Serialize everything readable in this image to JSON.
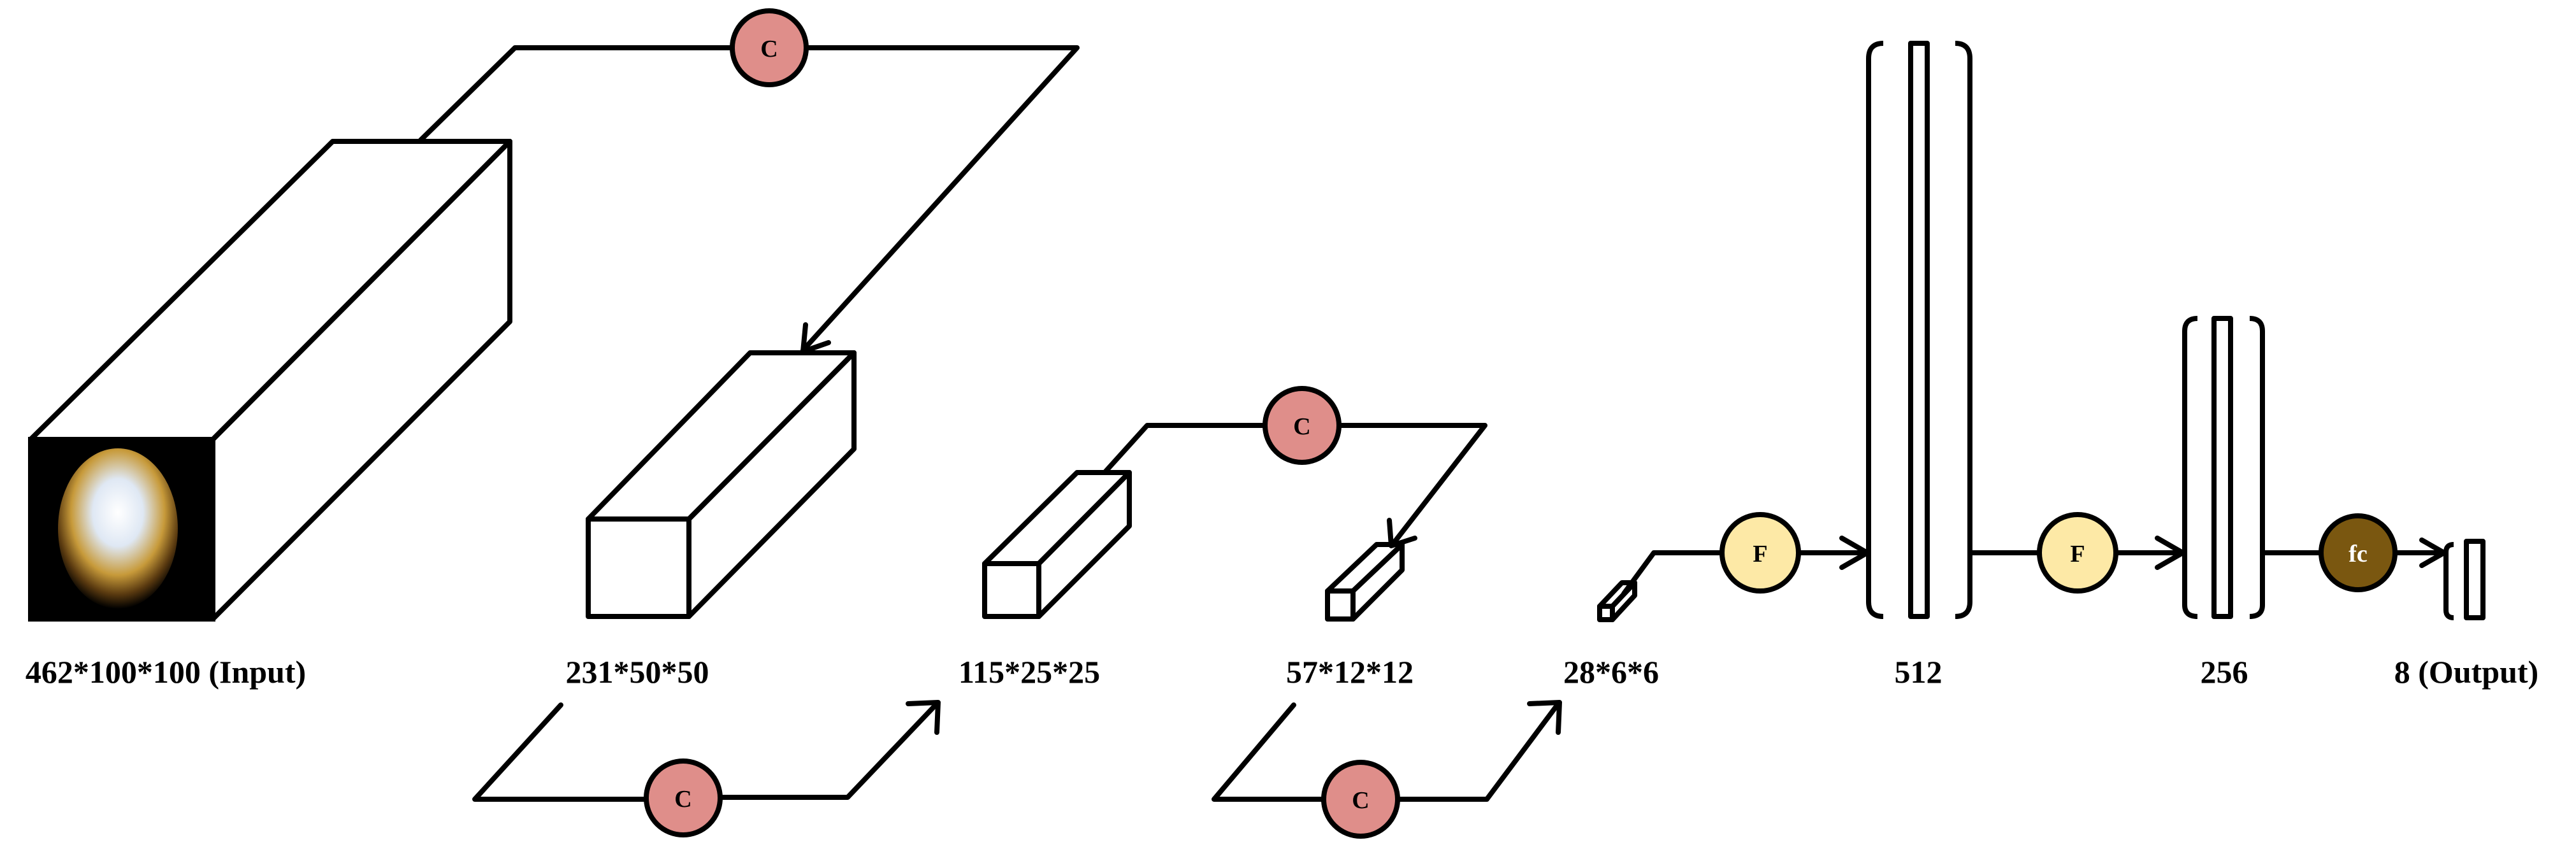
{
  "colors": {
    "front_face": "#dbe6c4",
    "top_face": "#eef3e1",
    "side_face": "#c3d79c",
    "conv_op": "#df8e8a",
    "flatten_op": "#fde9a6",
    "fc_op": "#7a5710",
    "fc_text": "#ffffff",
    "vector_bar": "#a9d3e4",
    "line": "#000000"
  },
  "stages": [
    {
      "label": "462*100*100 (Input)",
      "image_icon": "input-sample-image"
    },
    {
      "label": "231*50*50"
    },
    {
      "label": "115*25*25"
    },
    {
      "label": "57*12*12"
    },
    {
      "label": "28*6*6"
    },
    {
      "label": "512"
    },
    {
      "label": "256"
    },
    {
      "label": "8 (Output)"
    }
  ],
  "ops": {
    "conv": "C",
    "flatten": "F",
    "fc": "fc"
  }
}
